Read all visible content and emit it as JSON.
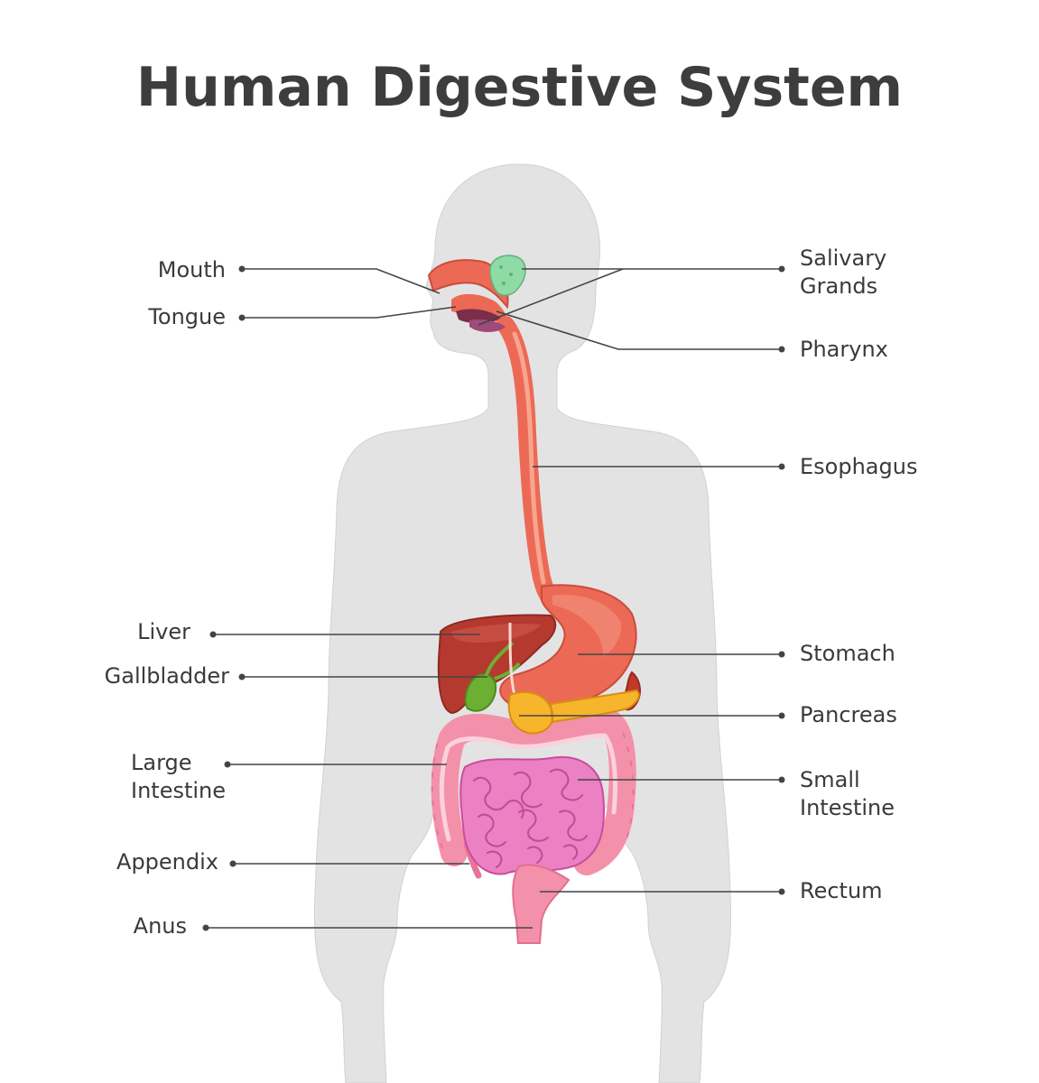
{
  "title": "Human Digestive System",
  "colors": {
    "body": "#e4e3e4",
    "organ_red": "#ec6a55",
    "liver": "#b2382d",
    "gallbladder": "#6db033",
    "pancreas": "#f7b72c",
    "intestine": "#ea7ec0",
    "large_intestine": "#f58fa8",
    "salivary": "#8fdba5"
  },
  "labels": {
    "mouth": [
      "Mouth"
    ],
    "tongue": [
      "Tongue"
    ],
    "salivary": [
      "Salivary",
      "Grands"
    ],
    "pharynx": [
      "Pharynx"
    ],
    "esophagus": [
      "Esophagus"
    ],
    "liver": [
      "Liver"
    ],
    "gallbladder": [
      "Gallbladder"
    ],
    "stomach": [
      "Stomach"
    ],
    "pancreas": [
      "Pancreas"
    ],
    "large_intestine": [
      "Large",
      "Intestine"
    ],
    "small_intestine": [
      "Small",
      "Intestine"
    ],
    "appendix": [
      "Appendix"
    ],
    "rectum": [
      "Rectum"
    ],
    "anus": [
      "Anus"
    ]
  }
}
